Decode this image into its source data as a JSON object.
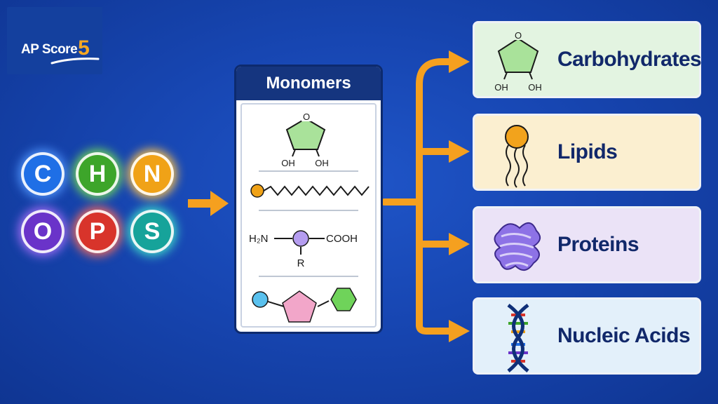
{
  "logo": {
    "text": "AP Score",
    "number": "5"
  },
  "elements": [
    {
      "symbol": "C",
      "color": "#1f6fe6"
    },
    {
      "symbol": "H",
      "color": "#3da52a"
    },
    {
      "symbol": "N",
      "color": "#f0a217"
    },
    {
      "symbol": "O",
      "color": "#6a33c9"
    },
    {
      "symbol": "P",
      "color": "#d8342b"
    },
    {
      "symbol": "S",
      "color": "#16a39a"
    }
  ],
  "monomers": {
    "title": "Monomers",
    "sugar": {
      "ring_atom": "O",
      "oh_left": "OH",
      "oh_right": "OH"
    },
    "amino_acid": {
      "amine": "H₂N",
      "acid": "COOH",
      "r_group": "R"
    }
  },
  "categories": [
    {
      "name": "Carbohydrates",
      "bg": "#e3f4e1",
      "oh_left": "OH",
      "oh_right": "OH",
      "ring_atom": "O"
    },
    {
      "name": "Lipids",
      "bg": "#fbefd0"
    },
    {
      "name": "Proteins",
      "bg": "#ebe3f7"
    },
    {
      "name": "Nucleic Acids",
      "bg": "#e3f0fa"
    }
  ],
  "colors": {
    "arrow": "#f5a01f",
    "title_text": "#11286a"
  }
}
